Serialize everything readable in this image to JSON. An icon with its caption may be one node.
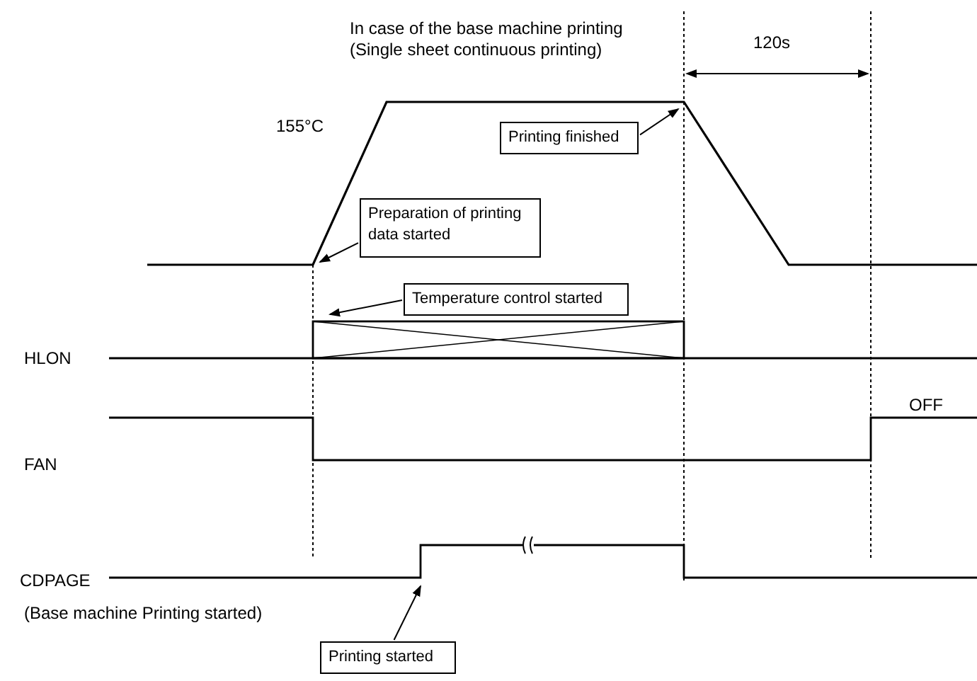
{
  "diagram": {
    "title": "In case of the base machine printing (Single sheet continuous printing)",
    "nodes": [
      {
        "text": [
          "Printing finished"
        ]
      },
      {
        "text": [
          "Preparation of printing data started"
        ]
      },
      {
        "text": [
          "Temperature control started"
        ]
      },
      {
        "text": [
          "Printing started"
        ]
      }
    ],
    "edges": [
      {
        "from": 0,
        "to": null,
        "arrow": "to"
      },
      {
        "from": 1,
        "to": null,
        "arrow": "to"
      },
      {
        "from": 2,
        "to": null,
        "arrow": "to"
      },
      {
        "from": 3,
        "to": null,
        "arrow": "to"
      }
    ],
    "labels": [
      "120s",
      "155°C",
      "HLON",
      "OFF",
      "FAN",
      "CDPAGE",
      "(Base machine Printing started)"
    ]
  }
}
